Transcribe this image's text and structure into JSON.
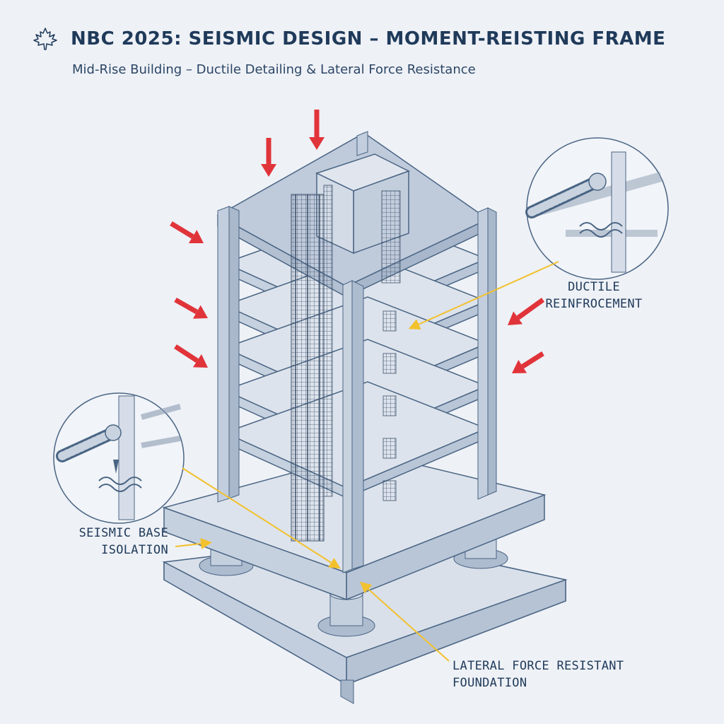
{
  "header": {
    "title": "NBC 2025: SEISMIC DESIGN – MOMENT-REISTING FRAME",
    "subtitle": "Mid-Rise Building – Ductile Detailing & Lateral Force Resistance",
    "logo_icon": "maple-leaf-icon"
  },
  "callouts": {
    "ductile": {
      "line1": "DUCTILE",
      "line2": "REINFROCEMENT"
    },
    "seismic": {
      "line1": "SEISMIC BASE",
      "line2": "ISOLATION"
    },
    "lateral": {
      "line1": "LATERAL FORCE RESISTANT",
      "line2": "FOUNDATION"
    }
  },
  "colors": {
    "background": "#eef1f6",
    "line": "#4a6584",
    "slab": "#c9d3e0",
    "slab_top": "#b7c4d6",
    "concrete": "#d6dde8",
    "rebar": "#3b4f6a",
    "force_arrow": "#e0343a",
    "leader": "#f2c12e",
    "text": "#1f3a5a"
  }
}
